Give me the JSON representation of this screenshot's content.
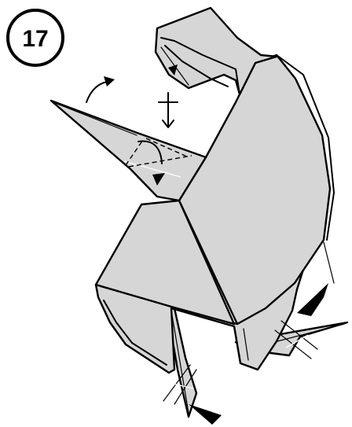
{
  "step": {
    "number": "17"
  },
  "colors": {
    "paper": "#d6d6d6",
    "line": "#000000",
    "background": "#ffffff"
  },
  "symbols": {
    "step_badge": "circled-number",
    "head_arrow": "rotate-arrow-icon",
    "press_arrow": "push-arrow-icon",
    "fold_arrow": "fold-arrow-icon",
    "fold_line": "valley-fold-dashed-line",
    "reverse_folds": "x-ray-crease-lines",
    "pointer_arrows": "solid-triangle-arrow-icon"
  }
}
